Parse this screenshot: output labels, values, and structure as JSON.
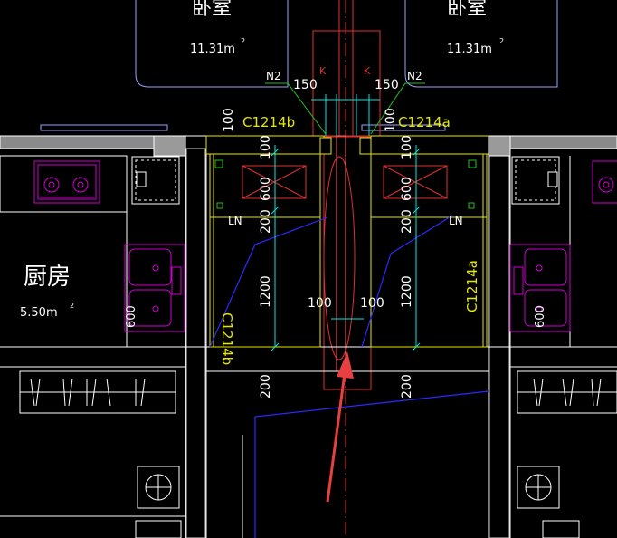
{
  "rooms": {
    "bedroom_left": {
      "name": "卧室",
      "area": "11.31m",
      "unit_sup": "2"
    },
    "bedroom_right": {
      "name": "卧室",
      "area": "11.31m",
      "unit_sup": "2"
    },
    "kitchen": {
      "name": "厨房",
      "area": "5.50m",
      "unit_sup": "2"
    }
  },
  "labels": {
    "k_left": "K",
    "k_right": "K",
    "n2_left": "N2",
    "n2_right": "N2",
    "ln_left": "LN",
    "ln_right": "LN",
    "c1214b_top": "C1214b",
    "c1214a_top": "C1214a",
    "c1214b_side": "C1214b",
    "c1214a_side": "C1214a"
  },
  "dimensions": {
    "d150_left": "150",
    "d150_right": "150",
    "d100_top_left": "100",
    "d100_top_right": "100",
    "d100_mid_left": "100",
    "d100_mid_right": "100",
    "d600_left": "600",
    "d600_right": "600",
    "d200_left": "200",
    "d200_right": "200",
    "d1200_left": "1200",
    "d1200_right": "1200",
    "d200_low_left": "200",
    "d200_low_right": "200",
    "d100_ctr_left": "100",
    "d100_ctr_right": "100",
    "d600_sink_left": "600",
    "d600_sink_right": "600"
  },
  "colors": {
    "background": "#000000",
    "wall": "#ffffff",
    "wall_fill": "#8a8a8a",
    "yellow": "#e6e600",
    "cyan": "#00e6e6",
    "magenta": "#d000d0",
    "red": "#e03030",
    "green": "#20c020",
    "blue": "#2a2aff",
    "arrow": "#e84040"
  }
}
